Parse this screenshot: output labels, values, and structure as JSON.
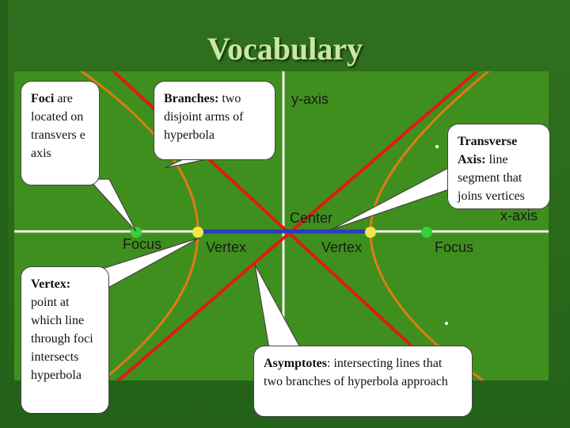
{
  "title": "Vocabulary",
  "axis_labels": {
    "y_axis": "y-axis",
    "x_axis": "x-axis",
    "center": "Center",
    "focus_left": "Focus",
    "vertex_left": "Vertex",
    "vertex_right": "Vertex",
    "focus_right": "Focus"
  },
  "callouts": {
    "foci": {
      "term": "Foci",
      "text": " are located on transvers e axis"
    },
    "branches": {
      "term": "Branches:",
      "text": " two disjoint arms of hyperbola"
    },
    "transverse": {
      "term": "Transverse Axis:",
      "text": " line segment that joins vertices"
    },
    "vertex": {
      "term": "Vertex:",
      "text": " point at which line through foci intersects hyperbola"
    },
    "asymptotes": {
      "term": "Asymptotes",
      "text": ": intersecting lines that two branches of hyperbola approach"
    }
  },
  "colors": {
    "background": "#2a6a1a",
    "diagram_fill": "#3f8f1e",
    "hyperbola": "#e07a18",
    "asymptote": "#e01b12",
    "transverse_axis": "#2a3bbf",
    "axis_line": "#f2f2f2",
    "focus_point": "#37d23a",
    "vertex_point": "#f3e64a",
    "title": "#c9e7a4"
  }
}
